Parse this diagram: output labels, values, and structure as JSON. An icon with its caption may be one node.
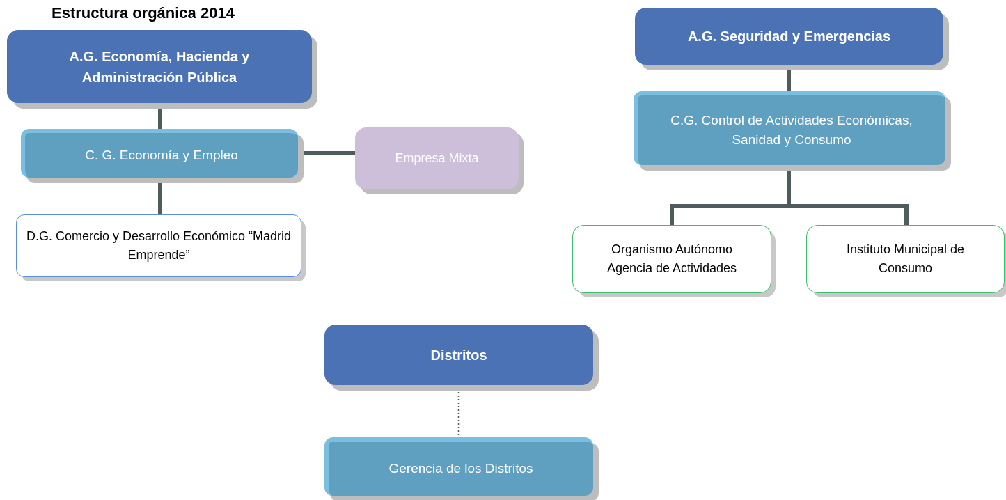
{
  "diagram": {
    "title": "Estructura orgánica 2014",
    "nodes": [
      {
        "text": [
          "A.G. Economía, Hacienda y Administración Pública"
        ]
      },
      {
        "text": [
          "C. G. Economía y Empleo"
        ]
      },
      {
        "text": [
          "Empresa Mixta"
        ]
      },
      {
        "text": [
          "D.G. Comercio y Desarrollo Económico “Madrid Emprende”"
        ]
      },
      {
        "text": [
          "A.G. Seguridad y Emergencias"
        ]
      },
      {
        "text": [
          "C.G. Control de Actividades Económicas, Sanidad y Consumo"
        ]
      },
      {
        "text": [
          "Organismo Autónomo Agencia de Actividades"
        ]
      },
      {
        "text": [
          "Instituto Municipal de Consumo"
        ]
      },
      {
        "text": [
          "Distritos"
        ]
      },
      {
        "text": [
          "Gerencia de los Distritos"
        ]
      }
    ],
    "edges": [
      {
        "from": 0,
        "to": 1,
        "arrow": "none"
      },
      {
        "from": 1,
        "to": 2,
        "arrow": "none"
      },
      {
        "from": 1,
        "to": 3,
        "arrow": "none"
      },
      {
        "from": 4,
        "to": 5,
        "arrow": "none"
      },
      {
        "from": 5,
        "to": 6,
        "arrow": "none"
      },
      {
        "from": 5,
        "to": 7,
        "arrow": "none"
      },
      {
        "from": 8,
        "to": 9,
        "arrow": "none",
        "style": "dashed"
      }
    ]
  }
}
